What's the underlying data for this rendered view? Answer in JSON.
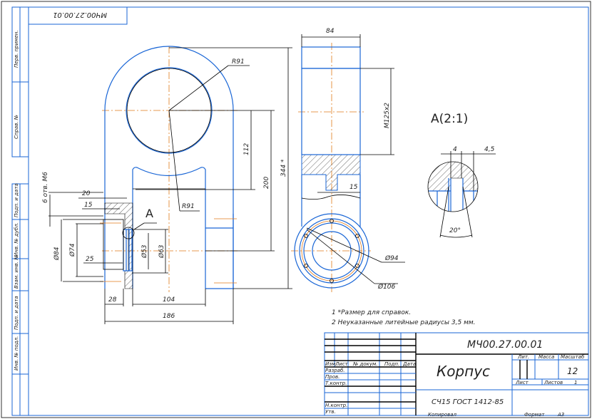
{
  "drawing": {
    "stamp_code_rotated": "МЧ00.27.00.01",
    "side_labels": [
      "Перв. примен.",
      "Справ. №",
      "Подп. и дата",
      "Инв. № дубл.",
      "Взам. инв. №",
      "Подп. и дата",
      "Инв. № подл."
    ],
    "dimensions": {
      "r_outer": "R91",
      "r_inner": "R91",
      "d112": "112",
      "d200": "200",
      "d344": "344 *",
      "d28": "28",
      "d104": "104",
      "d186": "186",
      "d84_dia": "Ø84",
      "d74_dia": "Ø74",
      "d53_dia": "Ø53",
      "d63_dia": "Ø63",
      "d25": "25",
      "d20": "20",
      "d15_left": "15",
      "holes": "6 отв. М6",
      "d84_width": "84",
      "thread": "M125x2",
      "d15_side": "15",
      "d94_dia": "Ø94",
      "d106_dia": "Ø106",
      "detail_4": "4",
      "detail_45": "4,5",
      "detail_angle": "20°"
    },
    "section_marker": "A",
    "detail_title": "A(2:1)",
    "notes": [
      "1 *Размер для справок.",
      "2 Неуказанные литейные радиусы 3,5 мм."
    ]
  },
  "title_block": {
    "code": "МЧ00.27.00.01",
    "name": "Корпус",
    "material": "СЧ15 ГОСТ 1412-85",
    "headers": [
      "Изм.",
      "Лист",
      "№ докум.",
      "Подп.",
      "Дата"
    ],
    "roles": [
      "Разраб.",
      "Пров.",
      "Т.контр.",
      "",
      "Н.контр.",
      "Утв."
    ],
    "lit_label": "Лит.",
    "mass_label": "Масса",
    "scale_label": "Масштаб",
    "scale_value": "12",
    "sheet_label": "Лист",
    "sheets_label": "Листов",
    "sheets_value": "1",
    "copied_label": "Копировал",
    "format_label": "Формат",
    "format_value": "A3"
  }
}
